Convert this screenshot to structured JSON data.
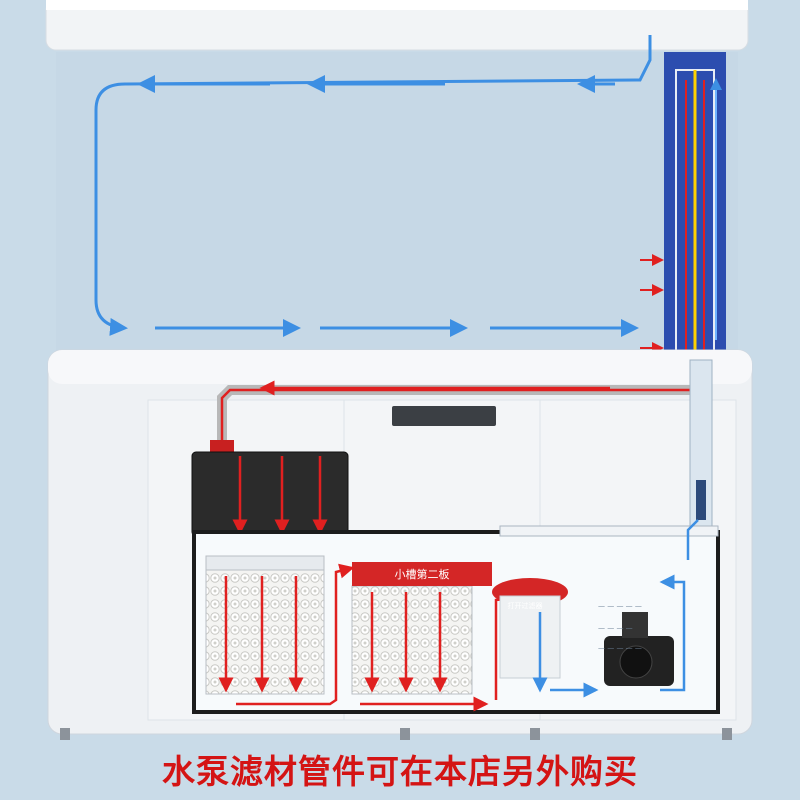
{
  "caption": "水泵滤材管件可在本店另外购买",
  "sump_lid_label": "小槽第二板",
  "chamber_tag": "打开过滤器",
  "flow_colors": {
    "clean_water": "#3d8fe3",
    "dirty_water": "#e02020",
    "caption": "#d41414"
  },
  "icons": [
    "pump-icon",
    "filter-media-icon",
    "flow-arrow-icon"
  ]
}
